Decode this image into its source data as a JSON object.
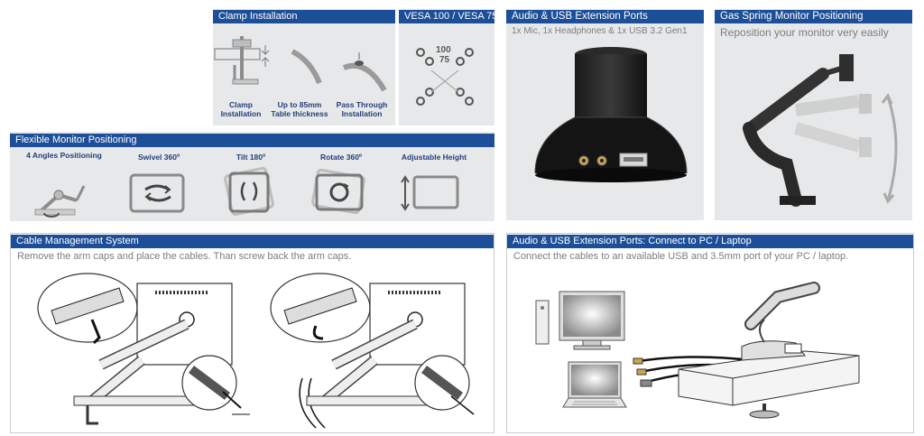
{
  "clamp": {
    "title": "Clamp Installation",
    "items": [
      {
        "line1": "Clamp",
        "line2": "Installation"
      },
      {
        "line1": "Up to 85mm",
        "line2": "Table thickness"
      },
      {
        "line1": "Pass Through",
        "line2": "Installation"
      }
    ]
  },
  "vesa": {
    "title": "VESA 100 / VESA 75",
    "n100": "100",
    "n75": "75"
  },
  "audio": {
    "title": "Audio & USB Extension Ports",
    "subtitle": "1x Mic, 1x Headphones & 1x USB 3.2 Gen1"
  },
  "gas": {
    "title": "Gas Spring Monitor Positioning",
    "subtitle": "Reposition your monitor very easily"
  },
  "flexible": {
    "title": "Flexible Monitor Positioning",
    "features": [
      "4 Angles Positioning",
      "Swivel 360º",
      "Tilt 180º",
      "Rotate 360º",
      "Adjustable Height"
    ]
  },
  "cable": {
    "title": "Cable Management System",
    "subtitle": "Remove the arm caps and place the cables. Than screw back the arm caps."
  },
  "connect": {
    "title": "Audio & USB Extension Ports: Connect to PC / Laptop",
    "subtitle": "Connect the cables to an available USB and 3.5mm port of your PC / laptop."
  },
  "colors": {
    "header": "#1d4f98",
    "panel": "#e7e8e9",
    "caption": "#23407a"
  }
}
